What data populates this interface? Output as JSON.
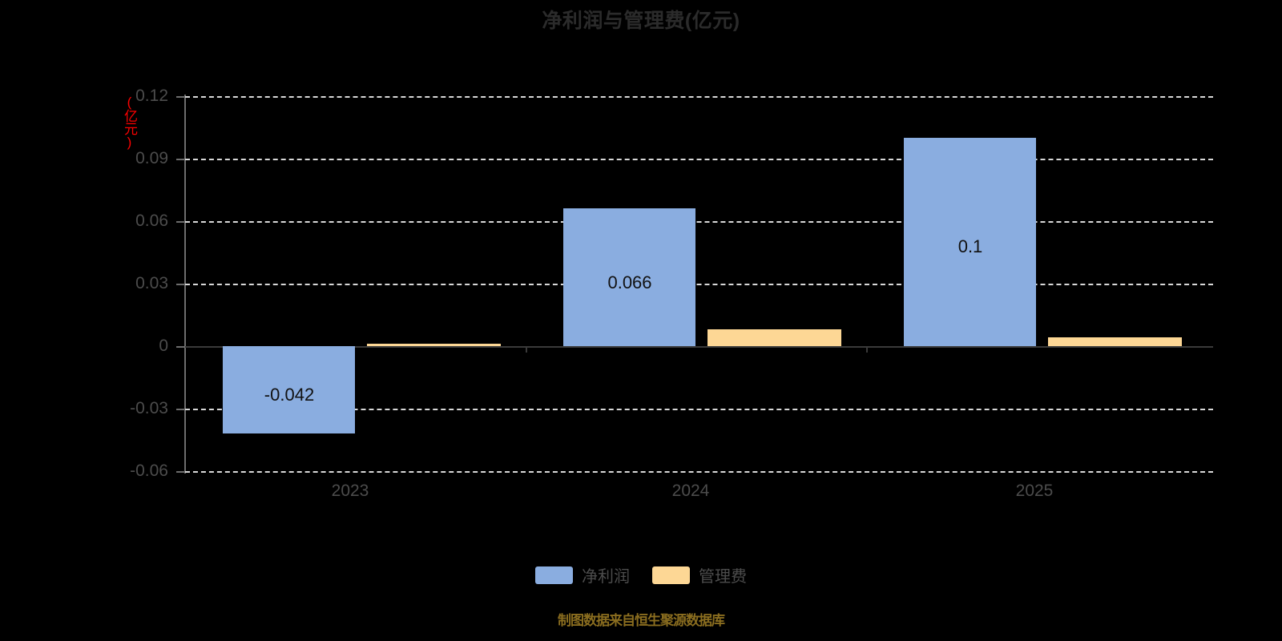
{
  "chart_data": {
    "type": "bar",
    "title": "净利润与管理费(亿元)",
    "xlabel": "",
    "ylabel": "(亿元)",
    "categories": [
      "2023",
      "2024",
      "2025"
    ],
    "series": [
      {
        "name": "净利润",
        "color": "#8AADE0",
        "values": [
          -0.042,
          0.066,
          0.1
        ],
        "labels": [
          "-0.042",
          "0.066",
          "0.1"
        ]
      },
      {
        "name": "管理费",
        "color": "#FDD795",
        "values": [
          0.001,
          0.008,
          0.004
        ],
        "labels": [
          "",
          "",
          ""
        ]
      }
    ],
    "ylim": [
      -0.06,
      0.12
    ],
    "yticks": [
      0.12,
      0.09,
      0.06,
      0.03,
      0,
      -0.03,
      -0.06
    ],
    "ytick_labels": [
      "0.12",
      "0.09",
      "0.06",
      "0.03",
      "0",
      "-0.03",
      "-0.06"
    ],
    "grid": true,
    "legend_position": "bottom",
    "footer": "制图数据来自恒生聚源数据库"
  },
  "axis": {
    "unit_label": "(亿元)",
    "unit_color": "#ff0000",
    "tick_0": "0.12",
    "tick_1": "0.09",
    "tick_2": "0.06",
    "tick_3": "0.03",
    "tick_4": "0",
    "tick_5": "-0.03",
    "tick_6": "-0.06",
    "x_0": "2023",
    "x_1": "2024",
    "x_2": "2025"
  },
  "labels": {
    "bar_2023_profit": "-0.042",
    "bar_2024_profit": "0.066",
    "bar_2025_profit": "0.1"
  },
  "legend": {
    "item_0": "净利润",
    "item_1": "管理费"
  },
  "footer": {
    "text": "制图数据来自恒生聚源数据库"
  },
  "title": {
    "text": "净利润与管理费(亿元)"
  }
}
